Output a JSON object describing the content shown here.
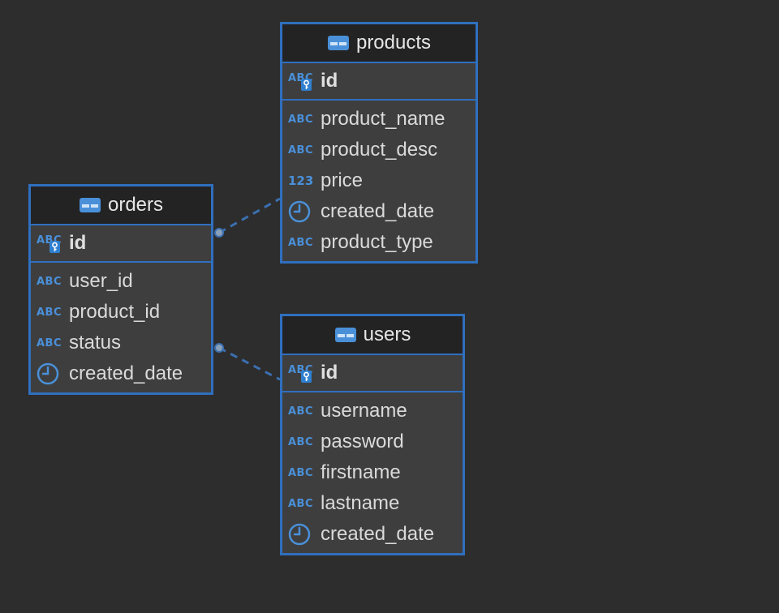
{
  "type_labels": {
    "text": "ABC",
    "number": "123"
  },
  "entities": [
    {
      "name": "products",
      "pk": "id",
      "columns": [
        {
          "name": "product_name",
          "type": "text"
        },
        {
          "name": "product_desc",
          "type": "text"
        },
        {
          "name": "price",
          "type": "number"
        },
        {
          "name": "created_date",
          "type": "datetime"
        },
        {
          "name": "product_type",
          "type": "text"
        }
      ]
    },
    {
      "name": "orders",
      "pk": "id",
      "columns": [
        {
          "name": "user_id",
          "type": "text"
        },
        {
          "name": "product_id",
          "type": "text"
        },
        {
          "name": "status",
          "type": "text"
        },
        {
          "name": "created_date",
          "type": "datetime"
        }
      ]
    },
    {
      "name": "users",
      "pk": "id",
      "columns": [
        {
          "name": "username",
          "type": "text"
        },
        {
          "name": "password",
          "type": "text"
        },
        {
          "name": "firstname",
          "type": "text"
        },
        {
          "name": "lastname",
          "type": "text"
        },
        {
          "name": "created_date",
          "type": "datetime"
        }
      ]
    }
  ],
  "relations": [
    {
      "from": "orders",
      "to": "products"
    },
    {
      "from": "orders",
      "to": "users"
    }
  ],
  "colors": {
    "background": "#2d2d2d",
    "border": "#2f6fbf",
    "icon": "#4a90d9",
    "link": "#3b6fb0"
  }
}
